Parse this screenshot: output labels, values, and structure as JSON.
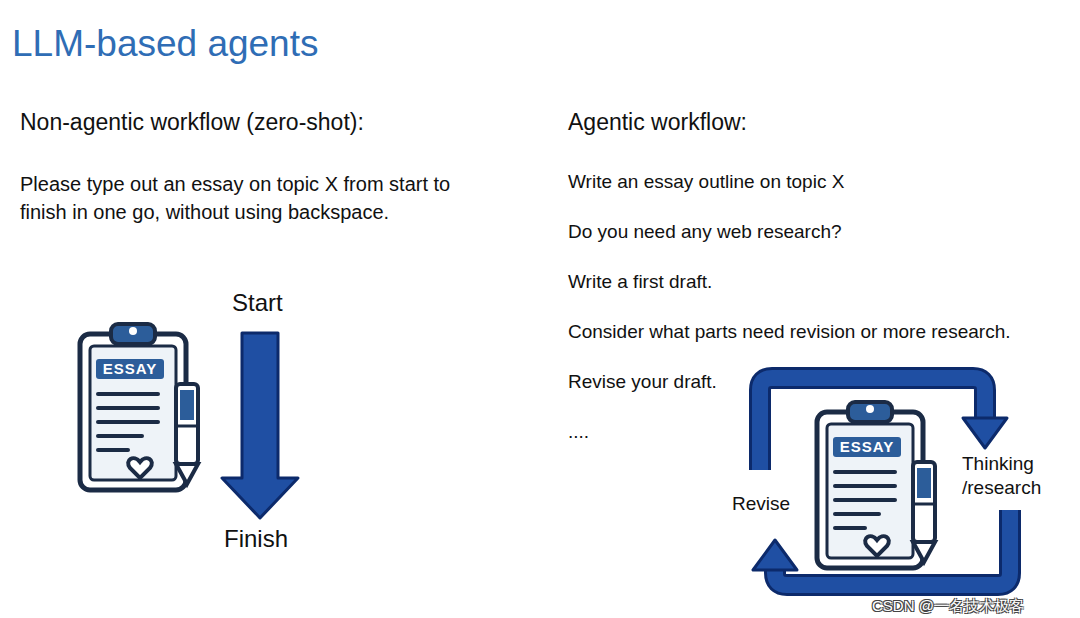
{
  "diagram": {
    "title": "LLM-based agents",
    "nodes": [
      {
        "text": [
          "ESSAY"
        ]
      },
      {
        "text": [
          "ESSAY"
        ]
      }
    ],
    "labels": [
      "Non-agentic workflow (zero-shot):",
      "Please type out an essay on topic X from start to finish in one go, without using backspace.",
      "Start",
      "Finish",
      "Agentic workflow:",
      "Write an essay outline on topic X",
      "Do you need any web research?",
      "Write a first draft.",
      "Consider what parts need revision or more research.",
      "Revise your draft.",
      "....",
      "Thinking /research",
      "Revise",
      "CSDN @一名技术极客"
    ]
  }
}
